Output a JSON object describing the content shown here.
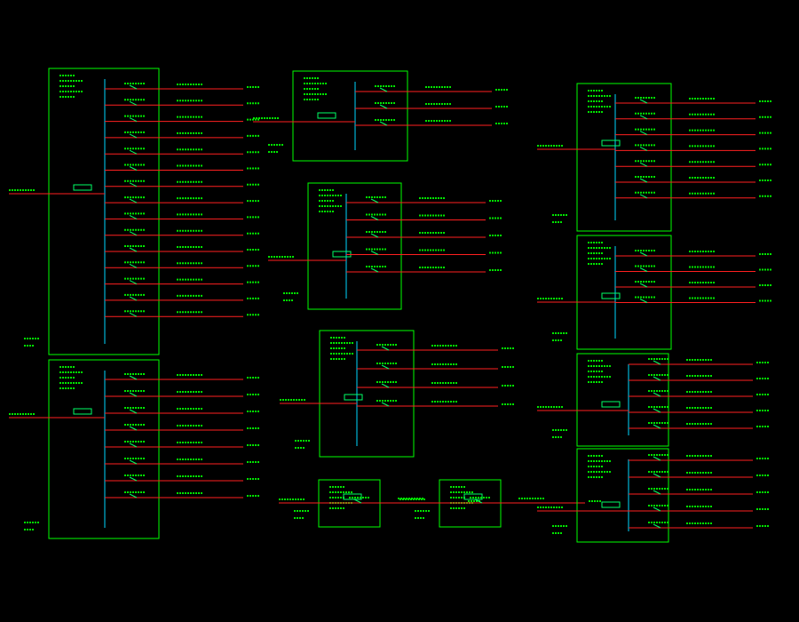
{
  "colors": {
    "background": "#000000",
    "panel_border": "#00ff00",
    "text": "#00ff00",
    "feeder_line": "#ff2020",
    "busbar": "#00d8ff",
    "component": "#00ff66"
  },
  "drawing": {
    "description_lettering_legible": false,
    "panels": [
      {
        "id": "panel-1",
        "circuits": 15,
        "incoming": true
      },
      {
        "id": "panel-2",
        "circuits": 8,
        "incoming": true
      },
      {
        "id": "panel-3",
        "circuits": 3,
        "incoming": true
      },
      {
        "id": "panel-4",
        "circuits": 5,
        "incoming": true
      },
      {
        "id": "panel-5",
        "circuits": 4,
        "incoming": true
      },
      {
        "id": "panel-6",
        "circuits": 1,
        "incoming": true
      },
      {
        "id": "panel-7",
        "circuits": 1,
        "incoming": true
      },
      {
        "id": "panel-8",
        "circuits": 7,
        "incoming": true
      },
      {
        "id": "panel-9",
        "circuits": 4,
        "incoming": true
      },
      {
        "id": "panel-10",
        "circuits": 5,
        "incoming": true
      },
      {
        "id": "panel-11",
        "circuits": 5,
        "incoming": true
      }
    ]
  }
}
